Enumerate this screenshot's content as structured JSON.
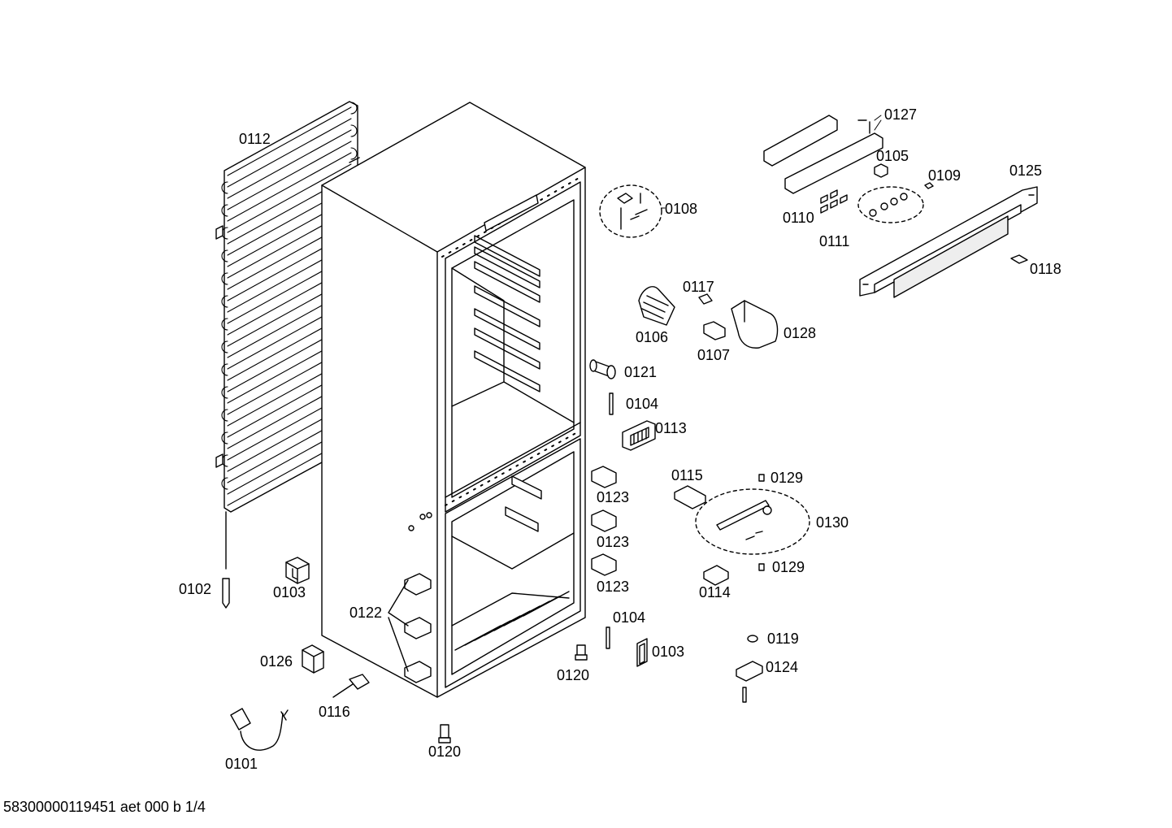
{
  "document_id": "58300000119451 aet 000 b 1/4",
  "callouts": {
    "c0101": "0101",
    "c0102": "0102",
    "c0103a": "0103",
    "c0103b": "0103",
    "c0104a": "0104",
    "c0104b": "0104",
    "c0105": "0105",
    "c0106": "0106",
    "c0107": "0107",
    "c0108": "0108",
    "c0109": "0109",
    "c0110": "0110",
    "c0111": "0111",
    "c0112": "0112",
    "c0113": "0113",
    "c0114": "0114",
    "c0115": "0115",
    "c0116": "0116",
    "c0117": "0117",
    "c0118": "0118",
    "c0119": "0119",
    "c0120a": "0120",
    "c0120b": "0120",
    "c0121": "0121",
    "c0122": "0122",
    "c0123a": "0123",
    "c0123b": "0123",
    "c0123c": "0123",
    "c0124": "0124",
    "c0125": "0125",
    "c0126": "0126",
    "c0127": "0127",
    "c0128": "0128",
    "c0129a": "0129",
    "c0129b": "0129",
    "c0130": "0130"
  }
}
